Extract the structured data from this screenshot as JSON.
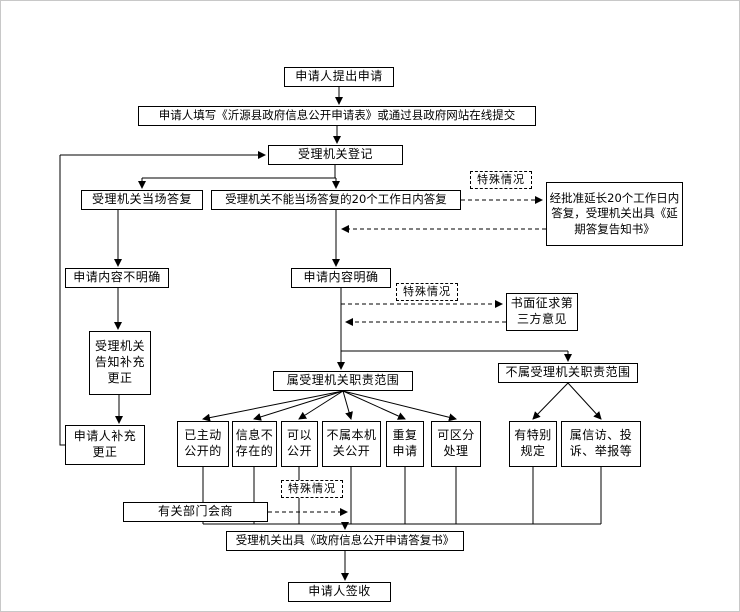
{
  "nodes": {
    "submit": "申请人提出申请",
    "form": "申请人填写《沂源县政府信息公开申请表》或通过县政府网站在线提交",
    "register": "受理机关登记",
    "onspot": "受理机关当场答复",
    "within20": "受理机关不能当场答复的20个工作日内答复",
    "special1": "特殊情况",
    "extend": "经批准延长20个工作日内答复，受理机关出具《延期答复告知书》",
    "unclear": "申请内容不明确",
    "clear": "申请内容明确",
    "special2": "特殊情况",
    "thirdparty": "书面征求第三方意见",
    "notify": "受理机关告知补充更正",
    "amend": "申请人补充更正",
    "within_scope": "属受理机关职责范围",
    "out_scope": "不属受理机关职责范围",
    "proactive": "已主动公开的",
    "nonexist": "信息不存在的",
    "can_open": "可以公开",
    "not_this_org": "不属本机关公开",
    "repeat": "重复申请",
    "separable": "可区分处理",
    "special_rule": "有特别规定",
    "petition": "属信访、投诉、举报等",
    "special3": "特殊情况",
    "consult": "有关部门会商",
    "reply": "受理机关出具《政府信息公开申请答复书》",
    "sign": "申请人签收"
  }
}
